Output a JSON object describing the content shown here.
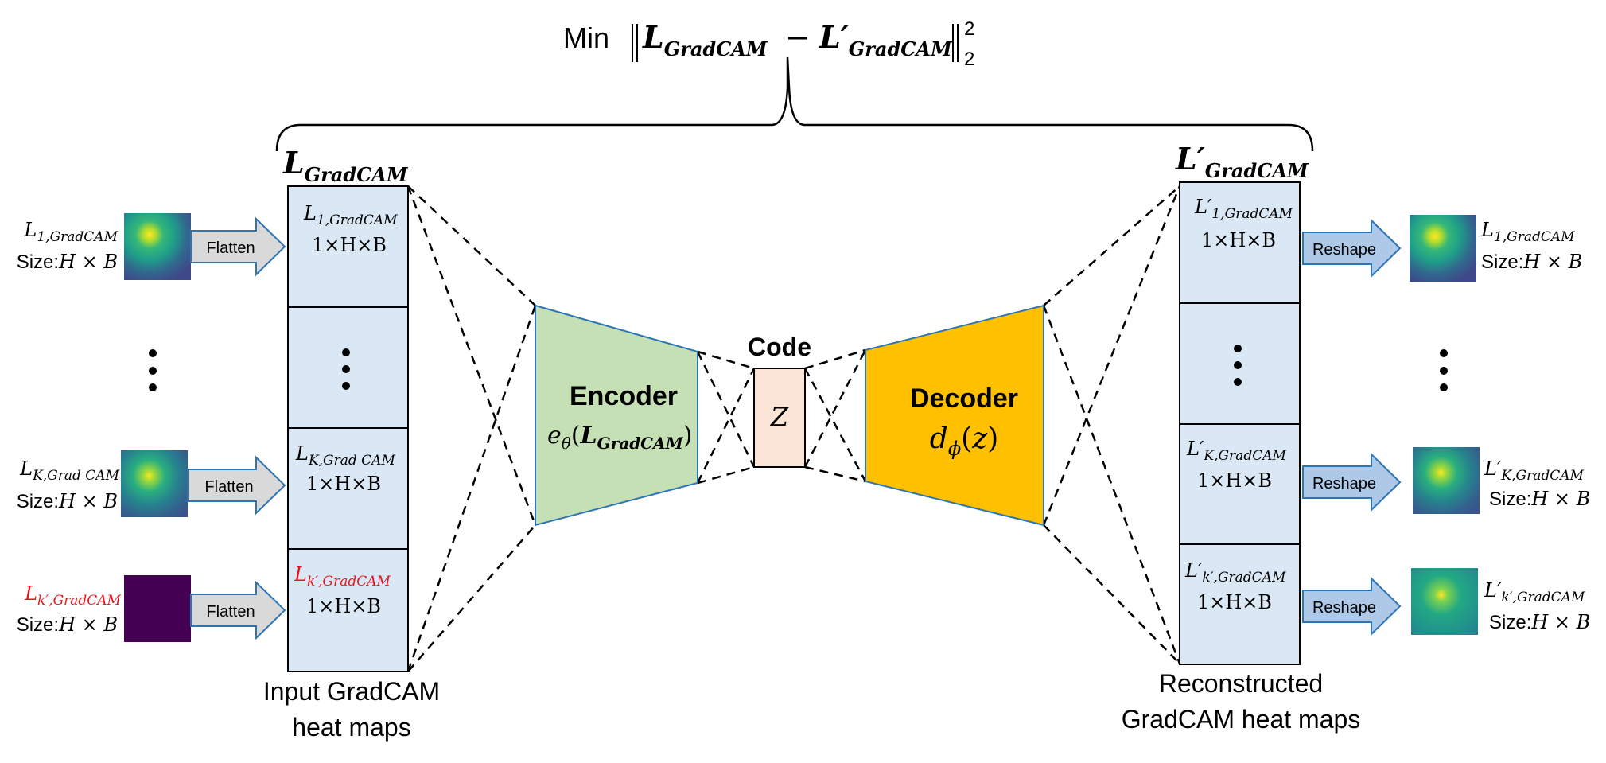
{
  "objective": {
    "prefix": "Min",
    "term_a": "L",
    "term_a_sub": "GradCAM",
    "minus": "−",
    "term_b": "L′",
    "term_b_sub": "GradCAM",
    "norm_exp": "2",
    "norm_sub": "2"
  },
  "left_bracket_label": {
    "main": "L",
    "sub": "GradCAM"
  },
  "right_bracket_label": {
    "main": "L′",
    "sub": "GradCAM"
  },
  "inputs": [
    {
      "name_main": "L",
      "name_sub": "1,GradCAM",
      "size_prefix": "Size:",
      "size_expr": "H × B",
      "color": "#000000",
      "button": "Flatten"
    },
    {
      "name_main": "L",
      "name_sub": "K,Grad CAM",
      "size_prefix": "Size:",
      "size_expr": "H × B",
      "color": "#000000",
      "button": "Flatten"
    },
    {
      "name_main": "L",
      "name_sub": "k′,GradCAM",
      "size_prefix": "Size:",
      "size_expr": "H × B",
      "color": "#e8141c",
      "button": "Flatten"
    }
  ],
  "input_stack": {
    "cells": [
      {
        "name_main": "L",
        "name_sub": "1,GradCAM",
        "dims": "1×H×B",
        "color": "#000000"
      },
      {
        "name_main": "L",
        "name_sub": "K,Grad CAM",
        "dims": "1×H×B",
        "color": "#000000"
      },
      {
        "name_main": "L",
        "name_sub": "k′,GradCAM",
        "dims": "1×H×B",
        "color": "#e8141c"
      }
    ],
    "caption_line1": "Input GradCAM",
    "caption_line2": "heat maps"
  },
  "encoder": {
    "title": "Encoder",
    "fn": "e",
    "fn_sub": "θ",
    "arg": "L",
    "arg_sub": "GradCAM",
    "color": "#c5e0b4"
  },
  "code": {
    "title": "Code",
    "symbol": "Z",
    "color": "#fbe5d6"
  },
  "decoder": {
    "title": "Decoder",
    "fn": "d",
    "fn_sub": "ϕ",
    "arg": "z",
    "color": "#ffc000"
  },
  "output_stack": {
    "cells": [
      {
        "name_main": "L′",
        "name_sub": "1,GradCAM",
        "dims": "1×H×B"
      },
      {
        "name_main": "L′",
        "name_sub": "K,GradCAM",
        "dims": "1×H×B"
      },
      {
        "name_main": "L′",
        "name_sub": "k′,GradCAM",
        "dims": "1×H×B"
      }
    ],
    "caption_line1": "Reconstructed",
    "caption_line2": "GradCAM heat maps"
  },
  "outputs": [
    {
      "name_main": "L",
      "name_sub": "1,GradCAM",
      "size_prefix": "Size:",
      "size_expr": "H × B",
      "button": "Reshape"
    },
    {
      "name_main": "L′",
      "name_sub": "K,GradCAM",
      "size_prefix": "Size:",
      "size_expr": "H × B",
      "button": "Reshape"
    },
    {
      "name_main": "L′",
      "name_sub": "k′,GradCAM",
      "size_prefix": "Size:",
      "size_expr": "H × B",
      "button": "Reshape"
    }
  ],
  "colors": {
    "stack_fill": "#dae8f5",
    "flatten_arrow": "#d9d9d9",
    "reshape_arrow": "#aec8e8",
    "arrow_stroke": "#2e75b6",
    "highlight": "#e8141c"
  }
}
